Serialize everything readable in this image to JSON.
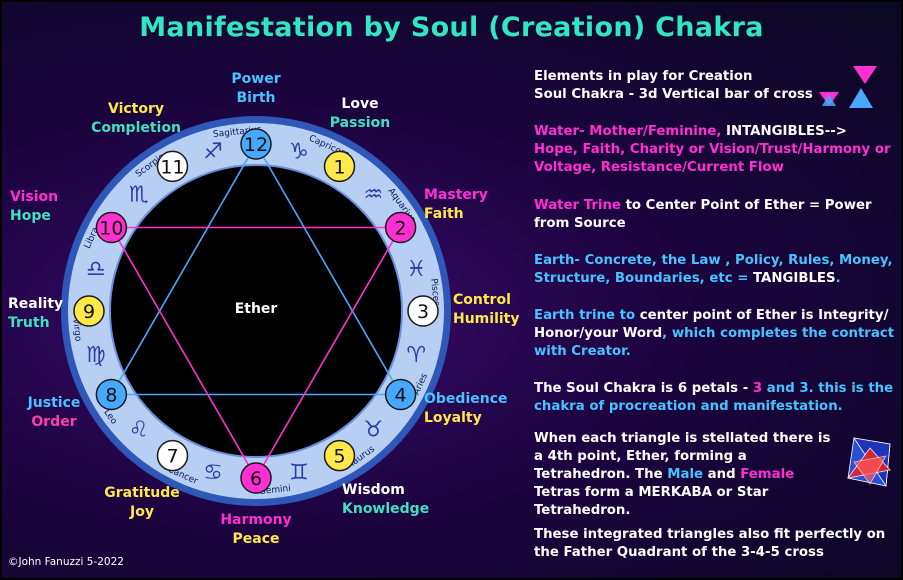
{
  "title": "Manifestation by Soul (Creation) Chakra",
  "center_label": "Ether",
  "copyright": "©John Fanuzzi 5-2022",
  "colors": {
    "title": "#31e6c2",
    "ring_fill": "#a9c7f0",
    "inner_circle": "#000000",
    "triangle_up": "#47a8ff",
    "triangle_down": "#ff2fd2"
  },
  "numbers": [
    {
      "n": "1",
      "fill": "#ffe94a"
    },
    {
      "n": "2",
      "fill": "#ff2fd2"
    },
    {
      "n": "3",
      "fill": "#ffffff"
    },
    {
      "n": "4",
      "fill": "#47a8ff"
    },
    {
      "n": "5",
      "fill": "#ffe94a"
    },
    {
      "n": "6",
      "fill": "#ff2fd2"
    },
    {
      "n": "7",
      "fill": "#ffffff"
    },
    {
      "n": "8",
      "fill": "#47a8ff"
    },
    {
      "n": "9",
      "fill": "#ffe94a"
    },
    {
      "n": "10",
      "fill": "#ff2fd2"
    },
    {
      "n": "11",
      "fill": "#ffffff"
    },
    {
      "n": "12",
      "fill": "#47a8ff"
    }
  ],
  "zodiac": [
    {
      "name": "Capricorn",
      "glyph": "♑︎"
    },
    {
      "name": "Aquarius",
      "glyph": "♒︎"
    },
    {
      "name": "Pisces",
      "glyph": "♓︎"
    },
    {
      "name": "Aries",
      "glyph": "♈︎"
    },
    {
      "name": "Taurus",
      "glyph": "♉︎"
    },
    {
      "name": "Gemini",
      "glyph": "♊︎"
    },
    {
      "name": "Cancer",
      "glyph": "♋︎"
    },
    {
      "name": "Leo",
      "glyph": "♌︎"
    },
    {
      "name": "Virgo",
      "glyph": "♍︎"
    },
    {
      "name": "Libra",
      "glyph": "♎︎"
    },
    {
      "name": "Scorpio",
      "glyph": "♏︎"
    },
    {
      "name": "Sagittarius",
      "glyph": "♐︎"
    }
  ],
  "outer_labels": {
    "n1": {
      "a": "Love",
      "b": "Passion"
    },
    "n2": {
      "a": "Mastery",
      "b": "Faith"
    },
    "n3": {
      "a": "Control",
      "b": "Humility"
    },
    "n4": {
      "a": "Obedience",
      "b": "Loyalty"
    },
    "n5": {
      "a": "Wisdom",
      "b": "Knowledge"
    },
    "n6": {
      "a": "Harmony",
      "b": "Peace"
    },
    "n7": {
      "a": "Gratitude",
      "b": "Joy"
    },
    "n8": {
      "a": "Justice",
      "b": "Order"
    },
    "n9": {
      "a": "Reality",
      "b": "Truth"
    },
    "n10": {
      "a": "Vision",
      "b": "Hope"
    },
    "n11": {
      "a": "Victory",
      "b": "Completion"
    },
    "n12": {
      "a": "Power",
      "b": "Birth"
    }
  },
  "right": {
    "p1": [
      "Elements in play for Creation",
      "Soul Chakra - 3d Vertical bar of cross"
    ],
    "p2a": "Water- Mother/Feminine, ",
    "p2b": "INTANGIBLES-->",
    "p2c": "Hope, Faith, Charity or Vision/Trust/Harmony or Voltage, Resistance/Current Flow",
    "p3a": "Water Trine",
    "p3b": " to Center Point of Ether = Power from Source",
    "p4a": "Earth- Concrete, the Law , Policy, Rules, Money, Structure, Boundaries, etc   = ",
    "p4b": "TANGIBLES",
    "p4c": ".",
    "p5a": "Earth trine to",
    "p5b": " center point of Ether is Integrity/ Honor/your Word",
    "p5c": ", which completes the contract with Creator.",
    "p6a": "The Soul Chakra is 6 petals   -  ",
    "p6b": "3",
    "p6c": " and ",
    "p6d": "3",
    "p6e": ". this is the chakra of procreation and manifestation.",
    "p7a": "When each triangle is stellated there is a 4th point, Ether, forming a Tetrahedron. The ",
    "p7b": "Male",
    "p7c": " and ",
    "p7d": "Female",
    "p7e": " Tetras form a MERKABA or Star Tetrahedron.",
    "p8": "These integrated triangles also fit perfectly on the Father Quadrant of the 3-4-5 cross"
  }
}
